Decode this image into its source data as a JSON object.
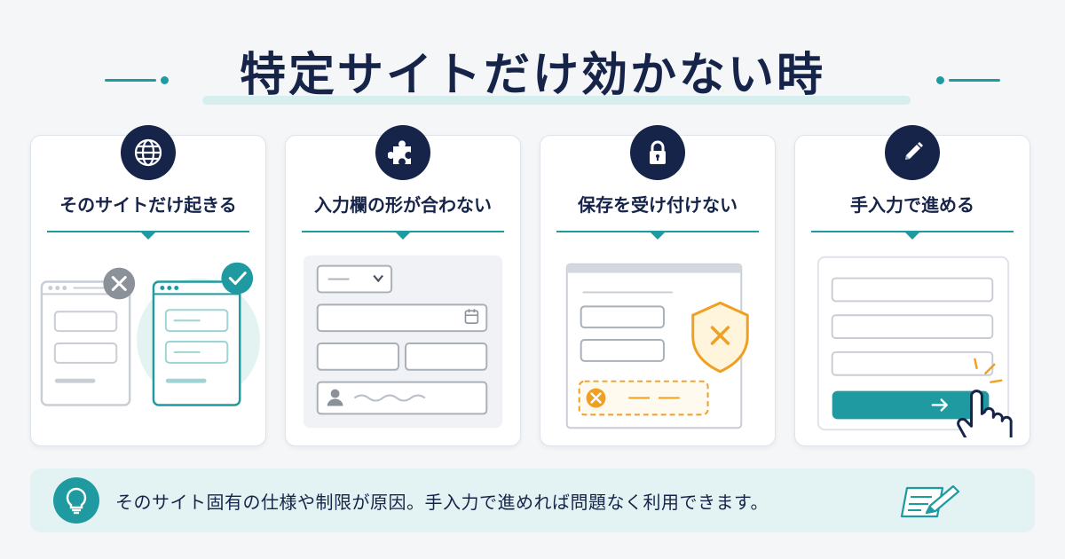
{
  "title": "特定サイトだけ効かない時",
  "cards": [
    {
      "title": "そのサイトだけ起きる",
      "icon": "globe-icon"
    },
    {
      "title": "入力欄の形が合わない",
      "icon": "puzzle-icon"
    },
    {
      "title": "保存を受け付けない",
      "icon": "lock-icon"
    },
    {
      "title": "手入力で進める",
      "icon": "pencil-icon"
    }
  ],
  "footer": {
    "text": "そのサイト固有の仕様や制限が原因。手入力で進めれば問題なく利用できます。",
    "icons": [
      "lightbulb-icon",
      "memo-edit-icon"
    ]
  },
  "colors": {
    "navy": "#16244a",
    "teal": "#1e9aa0",
    "orange": "#f0a020",
    "gray": "#9aa3ad"
  }
}
